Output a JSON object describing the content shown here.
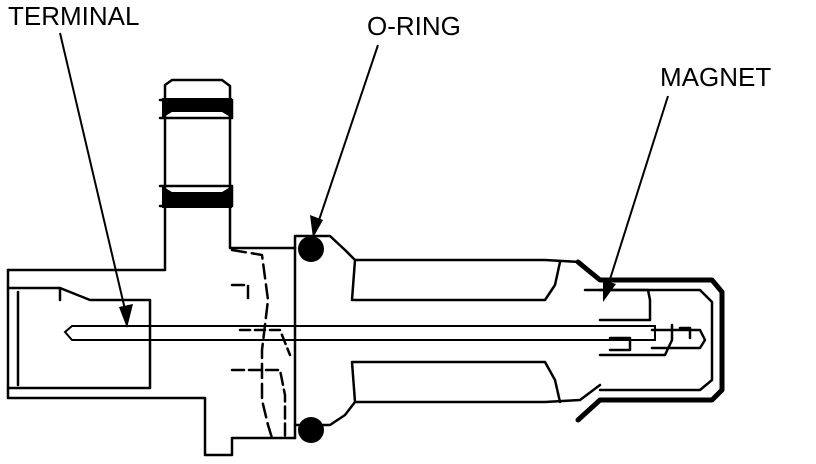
{
  "labels": {
    "terminal": "TERMINAL",
    "o_ring": "O-RING",
    "magnet": "MAGNET"
  },
  "colors": {
    "ink": "#000000",
    "paper": "#ffffff"
  }
}
